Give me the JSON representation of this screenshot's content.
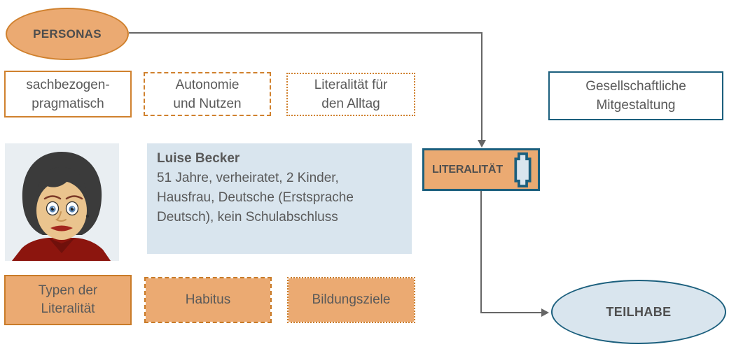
{
  "colors": {
    "orange_fill": "#EBAA72",
    "orange_border": "#D0812E",
    "orange_border_dark": "#C97B28",
    "teal_border": "#1B5F7D",
    "light_blue_fill": "#D9E5EE",
    "avatar_bg": "#E9EEF2",
    "text_gray": "#595959",
    "line_gray": "#666666"
  },
  "nodes": {
    "personas_label": "PERSONAS",
    "pragmatisch": {
      "line1": "sachbezogen-",
      "line2": "pragmatisch"
    },
    "autonomie": {
      "line1": "Autonomie",
      "line2": "und Nutzen"
    },
    "alltag": {
      "line1": "Literalität für",
      "line2": "den Alltag"
    },
    "mitgestaltung": {
      "line1": "Gesellschaftliche",
      "line2": "Mitgestaltung"
    },
    "literalitaet_label": "LITERALITÄT",
    "typen": {
      "line1": "Typen der",
      "line2": "Literalität"
    },
    "habitus_label": "Habitus",
    "bildungsziele_label": "Bildungsziele",
    "teilhabe_label": "TEILHABE"
  },
  "persona_card": {
    "name": "Luise Becker",
    "line1": "51 Jahre, verheiratet, 2 Kinder,",
    "line2": "Hausfrau, Deutsche (Erstsprache",
    "line3": "Deutsch), kein Schulabschluss"
  },
  "icons": {
    "literalitaet_icon": "literacy-symbol-icon"
  }
}
